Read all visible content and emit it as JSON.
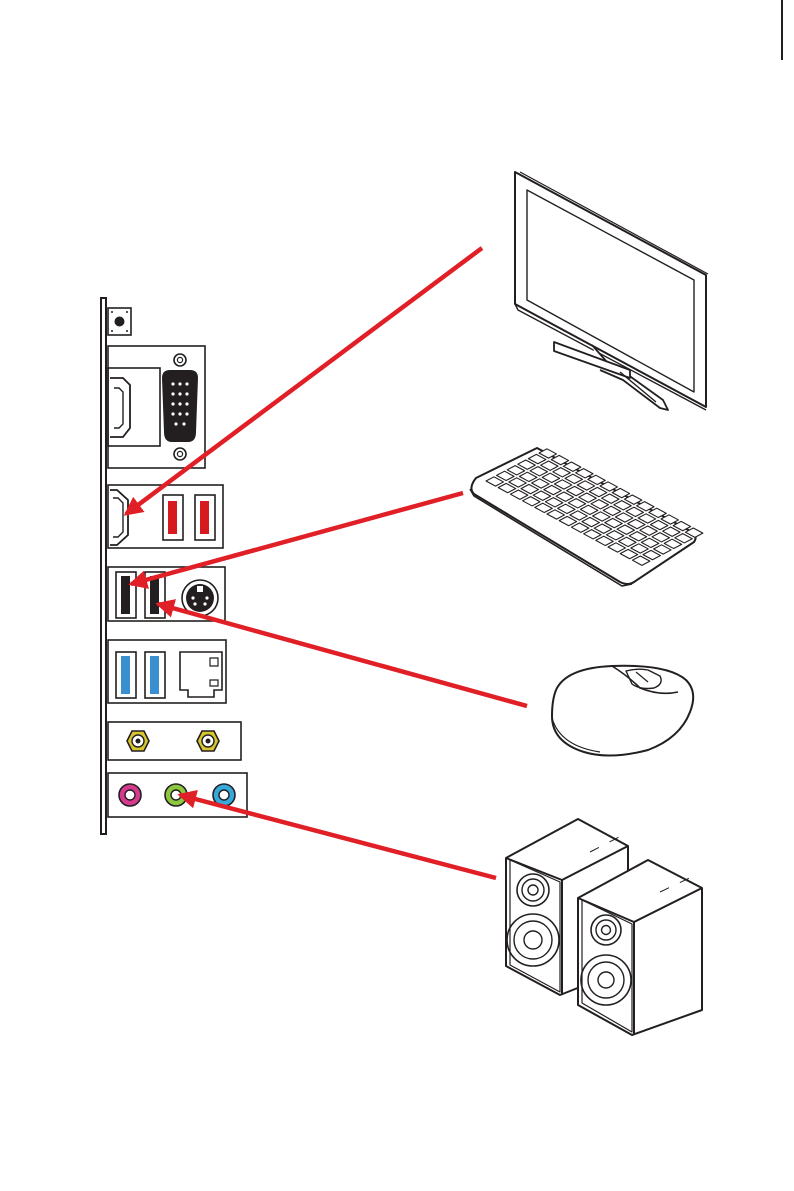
{
  "colors": {
    "arrow": "#e01f26",
    "outline": "#231f20",
    "usb2_red": "#d71920",
    "usb3_blue": "#3a8fd0",
    "audio_pink": "#d43a8e",
    "audio_green": "#8dc63f",
    "audio_blue": "#35a9dc",
    "coax_gold": "#d8c62f"
  },
  "panel": {
    "ports": [
      "bios-button",
      "hdmi",
      "vga",
      "hdmi",
      "usb2",
      "usb2",
      "usb",
      "usb",
      "ps2",
      "usb3",
      "usb3",
      "lan",
      "antenna",
      "antenna",
      "audio-pink",
      "audio-green",
      "audio-blue"
    ]
  },
  "devices": [
    "monitor",
    "keyboard",
    "mouse",
    "speakers"
  ],
  "connections": [
    {
      "from": "monitor",
      "to": "hdmi"
    },
    {
      "from": "keyboard",
      "to": "usb"
    },
    {
      "from": "mouse",
      "to": "usb"
    },
    {
      "from": "speakers",
      "to": "audio-green"
    }
  ]
}
